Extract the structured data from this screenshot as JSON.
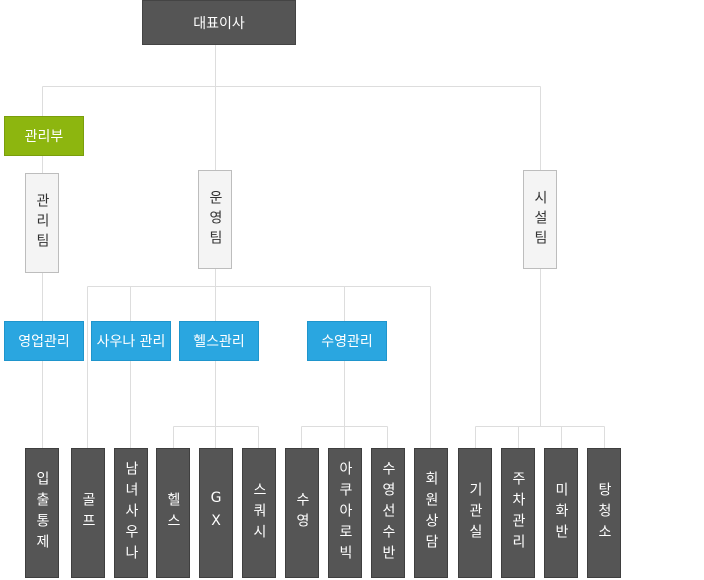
{
  "org": {
    "ceo": "대표이사",
    "department": "관리부",
    "teams": [
      "관리팀",
      "운영팀",
      "시설팀"
    ],
    "groups": [
      "영업관리",
      "사우나 관리",
      "헬스관리",
      "수영관리"
    ],
    "units": [
      "입출통제",
      "골프",
      "남녀사우나",
      "헬스",
      "GX",
      "스쿼시",
      "수영",
      "아쿠아로빅",
      "수영선수반",
      "회원상담",
      "기관실",
      "주차관리",
      "미화반",
      "탕청소"
    ]
  },
  "colors": {
    "ceo": "#555555",
    "department": "#8db60f",
    "team": "#f4f4f4",
    "group": "#2aa6e0",
    "unit": "#555555",
    "line": "#dddddd"
  }
}
